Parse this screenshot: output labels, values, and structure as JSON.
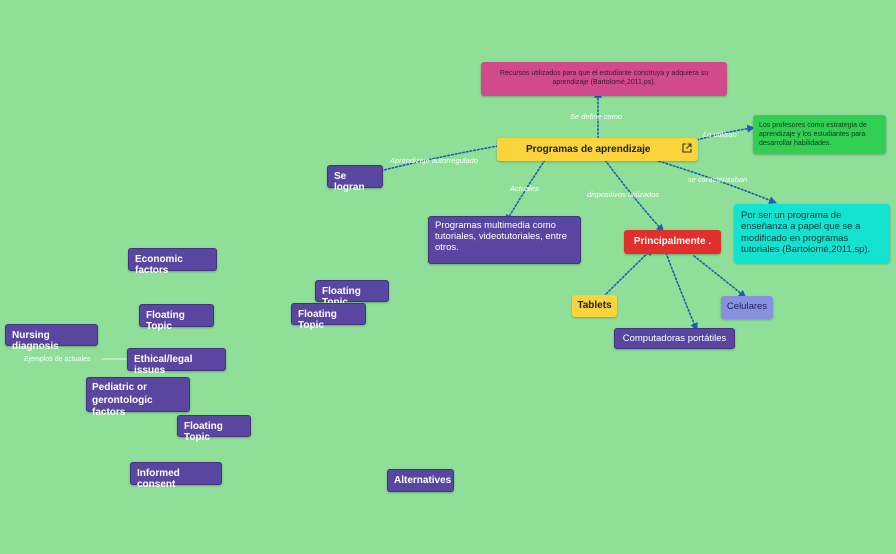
{
  "central": {
    "label": "Programas de aprendizaje",
    "link_icon": "external-link-icon"
  },
  "definition": {
    "text": "Recursos utilizados para que el estudiante construya y adquiera su aprendizaje (Bartolomé,2011,ps)."
  },
  "users": {
    "text": "Los profesores como estrategia de aprendizaje y los estudiantes para desarrollar habilidades."
  },
  "characteristic": {
    "text": "Por ser un programa de enseñanza a papel que se a modificado en programas tutoriales (Bartolomé,2011,sp)."
  },
  "current": {
    "text": "Programas multimedia como tutoriales, videotutoriales, entre otros."
  },
  "achieved": {
    "label": "Se logran"
  },
  "devices": {
    "main": "Principalmente .",
    "tablets": "Tablets",
    "laptops": "Computadoras portátiles",
    "phones": "Celulares"
  },
  "edge_labels": {
    "defined_as": "Se define como",
    "used_by": "Lo utilizan",
    "self_regulated": "Aprendizaje autorregulado",
    "current": "Actuales",
    "devices_used": "dispositivos utilizados",
    "characterized": "se caracterizaban"
  },
  "floating": {
    "economic": "Economic factors",
    "topic1": "Floating Topic",
    "topic2": "Floating Topic",
    "topic3": "Floating Topic",
    "topic4": "Floating Topic",
    "nursing": "Nursing diagnosis",
    "ethical": "Ethical/legal issues",
    "examples": "Ejemplos de actuales",
    "pediatric": "Pediatric or gerontologic factors",
    "consent": "Informed consent",
    "alternatives": "Alternatives"
  },
  "colors": {
    "background": "#8fdf98",
    "connector": "#1f5fb0",
    "purple": "#5a46a0",
    "yellow": "#fbd33a",
    "pink": "#d14a8c",
    "green": "#33cf55",
    "cyan": "#12e2cf",
    "red": "#e0302b",
    "lilac": "#8a90e0"
  }
}
